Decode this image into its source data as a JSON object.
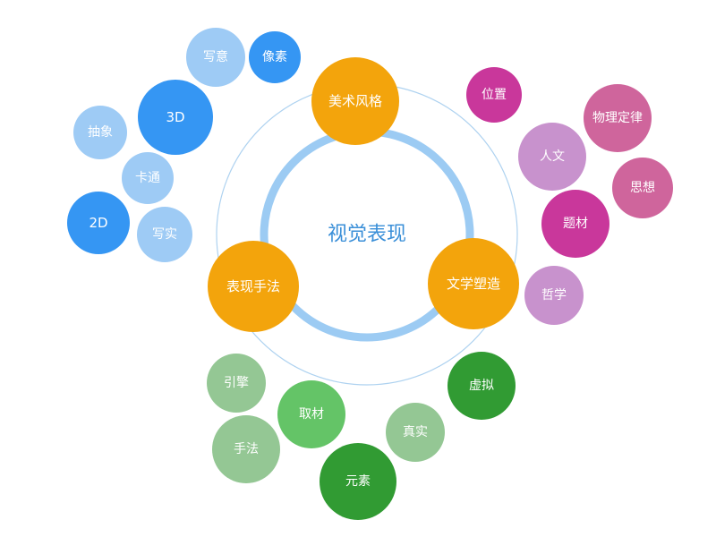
{
  "center": {
    "label": "视觉表现"
  },
  "colors": {
    "outer_ring": "#aed2f0",
    "inner_ring": "#9ccbf3",
    "hub": "#f3a40c",
    "blue_dark": "#3596f3",
    "blue_light": "#9ecbf5",
    "magenta": "#c9379b",
    "pink": "#cf659c",
    "lilac": "#c892cd",
    "green_dark": "#319b33",
    "green_mid": "#64c467",
    "green_light": "#94c794"
  },
  "hubs": [
    {
      "id": "art-style",
      "label": "美术风格",
      "color_key": "hub"
    },
    {
      "id": "expression",
      "label": "表现手法",
      "color_key": "hub"
    },
    {
      "id": "literary",
      "label": "文学塑造",
      "color_key": "hub"
    }
  ],
  "bubbles": [
    {
      "id": "xieyi",
      "label": "写意",
      "color_key": "blue_light"
    },
    {
      "id": "xiangsu",
      "label": "像素",
      "color_key": "blue_dark"
    },
    {
      "id": "3d",
      "label": "3D",
      "color_key": "blue_dark"
    },
    {
      "id": "chouxiang",
      "label": "抽象",
      "color_key": "blue_light"
    },
    {
      "id": "katong",
      "label": "卡通",
      "color_key": "blue_light"
    },
    {
      "id": "2d",
      "label": "2D",
      "color_key": "blue_dark"
    },
    {
      "id": "xieshi",
      "label": "写实",
      "color_key": "blue_light"
    },
    {
      "id": "weizhi",
      "label": "位置",
      "color_key": "magenta"
    },
    {
      "id": "wulidinglv",
      "label": "物理定律",
      "color_key": "pink"
    },
    {
      "id": "renwen",
      "label": "人文",
      "color_key": "lilac"
    },
    {
      "id": "sixiang",
      "label": "思想",
      "color_key": "pink"
    },
    {
      "id": "ticai",
      "label": "题材",
      "color_key": "magenta"
    },
    {
      "id": "zhexue",
      "label": "哲学",
      "color_key": "lilac"
    },
    {
      "id": "yinqing",
      "label": "引擎",
      "color_key": "green_light"
    },
    {
      "id": "qucai",
      "label": "取材",
      "color_key": "green_mid"
    },
    {
      "id": "xuni",
      "label": "虚拟",
      "color_key": "green_dark"
    },
    {
      "id": "zhenshi",
      "label": "真实",
      "color_key": "green_light"
    },
    {
      "id": "shoufa",
      "label": "手法",
      "color_key": "green_light"
    },
    {
      "id": "yuansu",
      "label": "元素",
      "color_key": "green_dark"
    }
  ]
}
